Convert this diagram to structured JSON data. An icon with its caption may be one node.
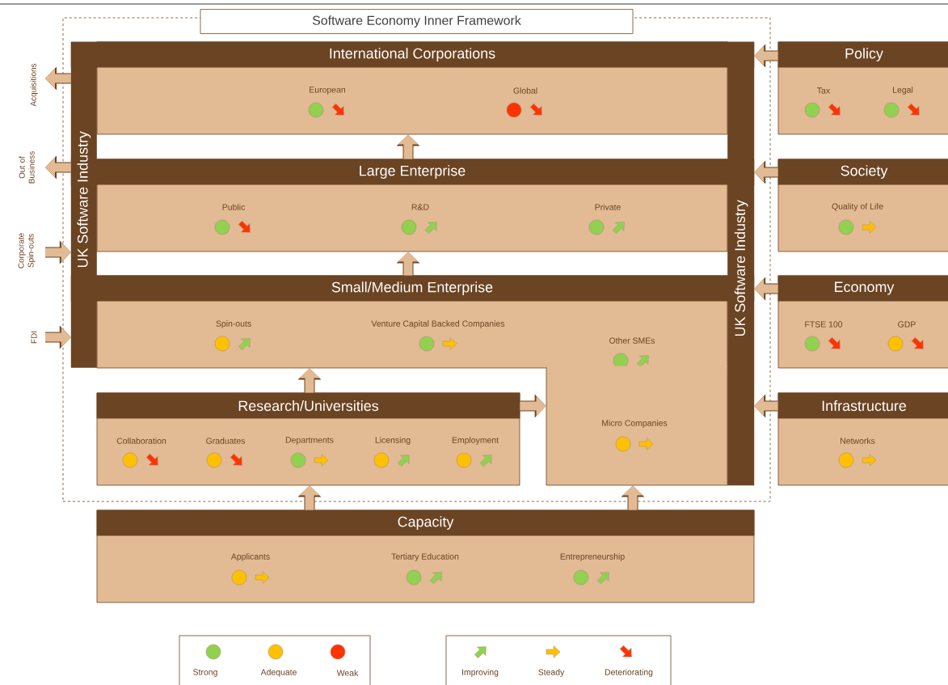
{
  "diagram": {
    "nodes": [
      {
        "text": [
          "Software Economy Inner Framework"
        ]
      },
      {
        "text": [
          "UK Software Industry",
          "UK Software Industry"
        ],
        "in": 0
      },
      {
        "text": [
          "International Corporations"
        ],
        "in": 1
      },
      {
        "text": [
          "European"
        ],
        "in": 2
      },
      {
        "text": [
          "Global"
        ],
        "in": 2
      },
      {
        "text": [
          "Large Enterprise"
        ],
        "in": 1
      },
      {
        "text": [
          "Public"
        ],
        "in": 5
      },
      {
        "text": [
          "R&D"
        ],
        "in": 5
      },
      {
        "text": [
          "Private"
        ],
        "in": 5
      },
      {
        "text": [
          "Small/Medium Enterprise"
        ],
        "in": 1
      },
      {
        "text": [
          "Spin-outs"
        ],
        "in": 9
      },
      {
        "text": [
          "Venture Capital Backed Companies"
        ],
        "in": 9
      },
      {
        "text": [
          "Other SMEs"
        ],
        "in": 9
      },
      {
        "text": [
          "Micro Companies"
        ],
        "in": 1
      },
      {
        "text": [
          "Research/Universities"
        ],
        "in": 1
      },
      {
        "text": [
          "Collaboration"
        ],
        "in": 14
      },
      {
        "text": [
          "Graduates"
        ],
        "in": 14
      },
      {
        "text": [
          "Departments"
        ],
        "in": 14
      },
      {
        "text": [
          "Licensing"
        ],
        "in": 14
      },
      {
        "text": [
          "Employment"
        ],
        "in": 14
      },
      {
        "text": [
          "Capacity"
        ]
      },
      {
        "text": [
          "Applicants"
        ],
        "in": 20
      },
      {
        "text": [
          "Tertiary Education"
        ],
        "in": 20
      },
      {
        "text": [
          "Entrepreneurship"
        ],
        "in": 20
      },
      {
        "text": [
          "Policy"
        ]
      },
      {
        "text": [
          "Tax"
        ],
        "in": 24
      },
      {
        "text": [
          "Legal"
        ],
        "in": 24
      },
      {
        "text": [
          "Society"
        ]
      },
      {
        "text": [
          "Quality of Life"
        ],
        "in": 27
      },
      {
        "text": [
          "Economy"
        ]
      },
      {
        "text": [
          "FTSE 100"
        ],
        "in": 29
      },
      {
        "text": [
          "GDP"
        ],
        "in": 29
      },
      {
        "text": [
          "Infrastructure"
        ]
      },
      {
        "text": [
          "Networks"
        ],
        "in": 32
      },
      {
        "text": [
          "Acquisitions"
        ]
      },
      {
        "text": [
          "Out of Business"
        ]
      },
      {
        "text": [
          "Corporate Spin-outs"
        ]
      },
      {
        "text": [
          "FDI"
        ]
      }
    ],
    "edges": [
      {
        "from": 1,
        "to": 34,
        "arrow": "to"
      },
      {
        "from": 1,
        "to": 35,
        "arrow": "to"
      },
      {
        "from": 36,
        "to": 1,
        "arrow": "to"
      },
      {
        "from": 37,
        "to": 1,
        "arrow": "to"
      },
      {
        "from": 5,
        "to": 2,
        "arrow": "to"
      },
      {
        "from": 9,
        "to": 5,
        "arrow": "to"
      },
      {
        "from": 14,
        "to": 9,
        "arrow": "to"
      },
      {
        "from": 14,
        "to": 13,
        "arrow": "to"
      },
      {
        "from": 20,
        "to": 14,
        "arrow": "to"
      },
      {
        "from": 20,
        "to": 13,
        "arrow": "to"
      },
      {
        "from": 24,
        "to": 1,
        "arrow": "to"
      },
      {
        "from": 27,
        "to": 1,
        "arrow": "to"
      },
      {
        "from": 29,
        "to": 1,
        "arrow": "to"
      },
      {
        "from": 32,
        "to": 1,
        "arrow": "to"
      }
    ],
    "legend": [
      {
        "text": "Strong",
        "color": "#92d050"
      },
      {
        "text": "Adequate",
        "color": "#ffc000"
      },
      {
        "text": "Weak",
        "color": "#ff3300"
      },
      {
        "text": "Improving",
        "color": "#92d050"
      },
      {
        "text": "Steady",
        "color": "#ffc000"
      },
      {
        "text": "Deteriorating",
        "color": "#ff3300"
      }
    ]
  }
}
